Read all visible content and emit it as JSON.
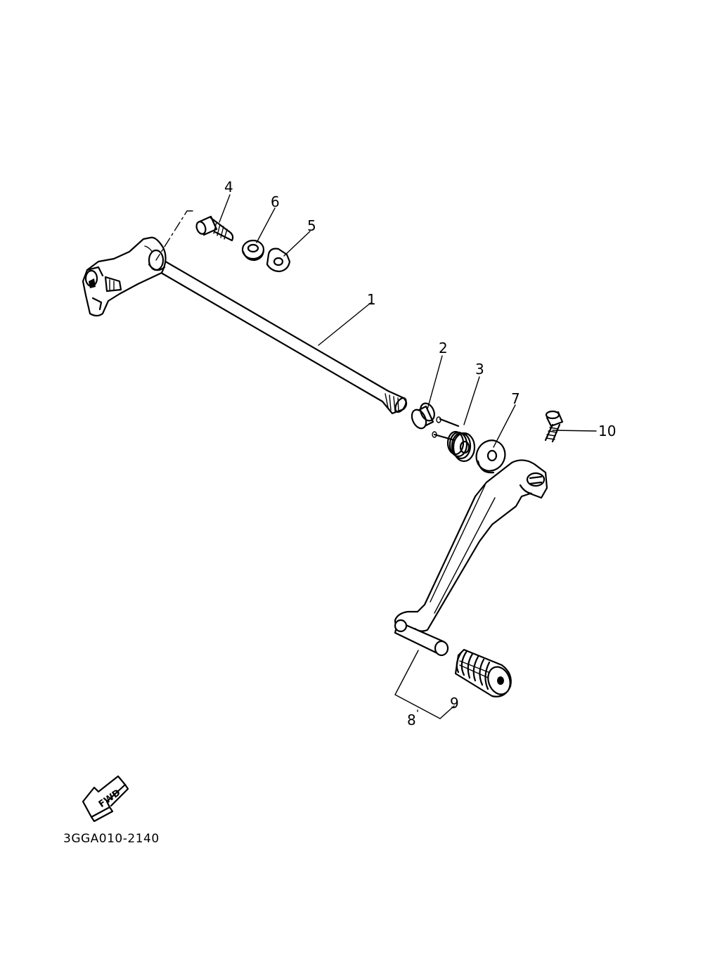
{
  "callouts": [
    {
      "id": "1",
      "text": "1"
    },
    {
      "id": "2",
      "text": "2"
    },
    {
      "id": "3",
      "text": "3"
    },
    {
      "id": "4",
      "text": "4"
    },
    {
      "id": "5",
      "text": "5"
    },
    {
      "id": "6",
      "text": "6"
    },
    {
      "id": "7",
      "text": "7"
    },
    {
      "id": "8",
      "text": "8"
    },
    {
      "id": "9",
      "text": "9"
    },
    {
      "id": "10",
      "text": "10"
    }
  ],
  "fwd_label": "FWD",
  "diagram_code": "3GGA010-2140"
}
